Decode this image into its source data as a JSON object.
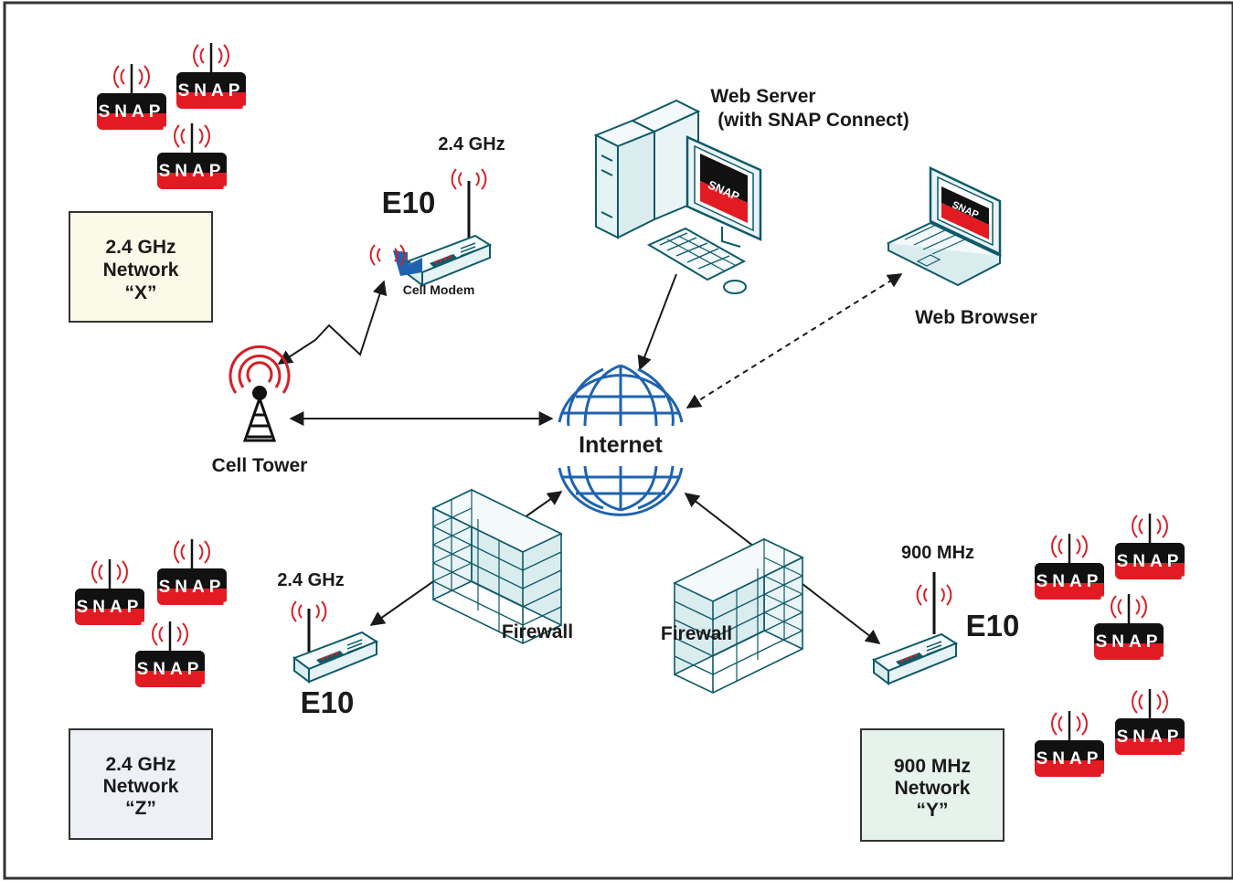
{
  "labels": {
    "web_server_1": "Web Server",
    "web_server_2": "(with SNAP Connect)",
    "web_browser": "Web Browser",
    "internet": "Internet",
    "cell_tower": "Cell Tower",
    "cell_modem": "Cell Modem",
    "firewall_left": "Firewall",
    "firewall_right": "Firewall",
    "e10_top": "E10",
    "e10_bottom_left": "E10",
    "e10_right": "E10",
    "freq_top": "2.4 GHz",
    "freq_bottom_left": "2.4 GHz",
    "freq_right": "900 MHz",
    "snap": "SNAP"
  },
  "network_boxes": [
    {
      "line1": "2.4 GHz",
      "line2": "Network",
      "line3": "“X”",
      "fill": "#fbf9e8"
    },
    {
      "line1": "2.4 GHz",
      "line2": "Network",
      "line3": "“Z”",
      "fill": "#eef0f8"
    },
    {
      "line1": "900 MHz",
      "line2": "Network",
      "line3": "“Y”",
      "fill": "#e6f2ec"
    }
  ],
  "colors": {
    "snap_red": "#e21b23",
    "snap_black": "#111111",
    "internet_blue": "#1f63b0",
    "device_teal": "#0e5a6a",
    "device_fill": "#eaf4f6",
    "modem_blue": "#1f63b0",
    "signal_red": "#d81f26"
  }
}
